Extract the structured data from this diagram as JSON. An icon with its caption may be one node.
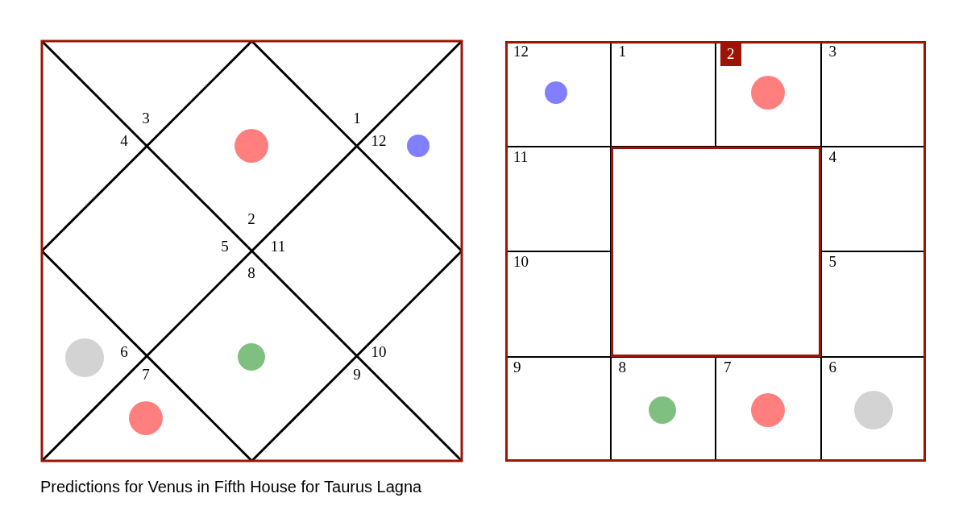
{
  "diagram": {
    "caption": "Predictions for Venus in Fifth House for Taurus Lagna",
    "nodes": [
      {
        "text": [
          "12"
        ]
      },
      {
        "text": [
          "1"
        ]
      },
      {
        "text": [
          "2"
        ]
      },
      {
        "text": [
          "3"
        ]
      },
      {
        "text": [
          "11"
        ]
      },
      {
        "text": [],
        "shape": "box"
      },
      {
        "text": [
          "4"
        ]
      },
      {
        "text": [
          "10"
        ]
      },
      {
        "text": [
          "5"
        ]
      },
      {
        "text": [
          "9"
        ]
      },
      {
        "text": [
          "8"
        ]
      },
      {
        "text": [
          "7"
        ]
      },
      {
        "text": [
          "6"
        ]
      }
    ],
    "labels": [
      "3",
      "1",
      "4",
      "12",
      "2",
      "5",
      "11",
      "8",
      "6",
      "10",
      "7",
      "9"
    ]
  }
}
